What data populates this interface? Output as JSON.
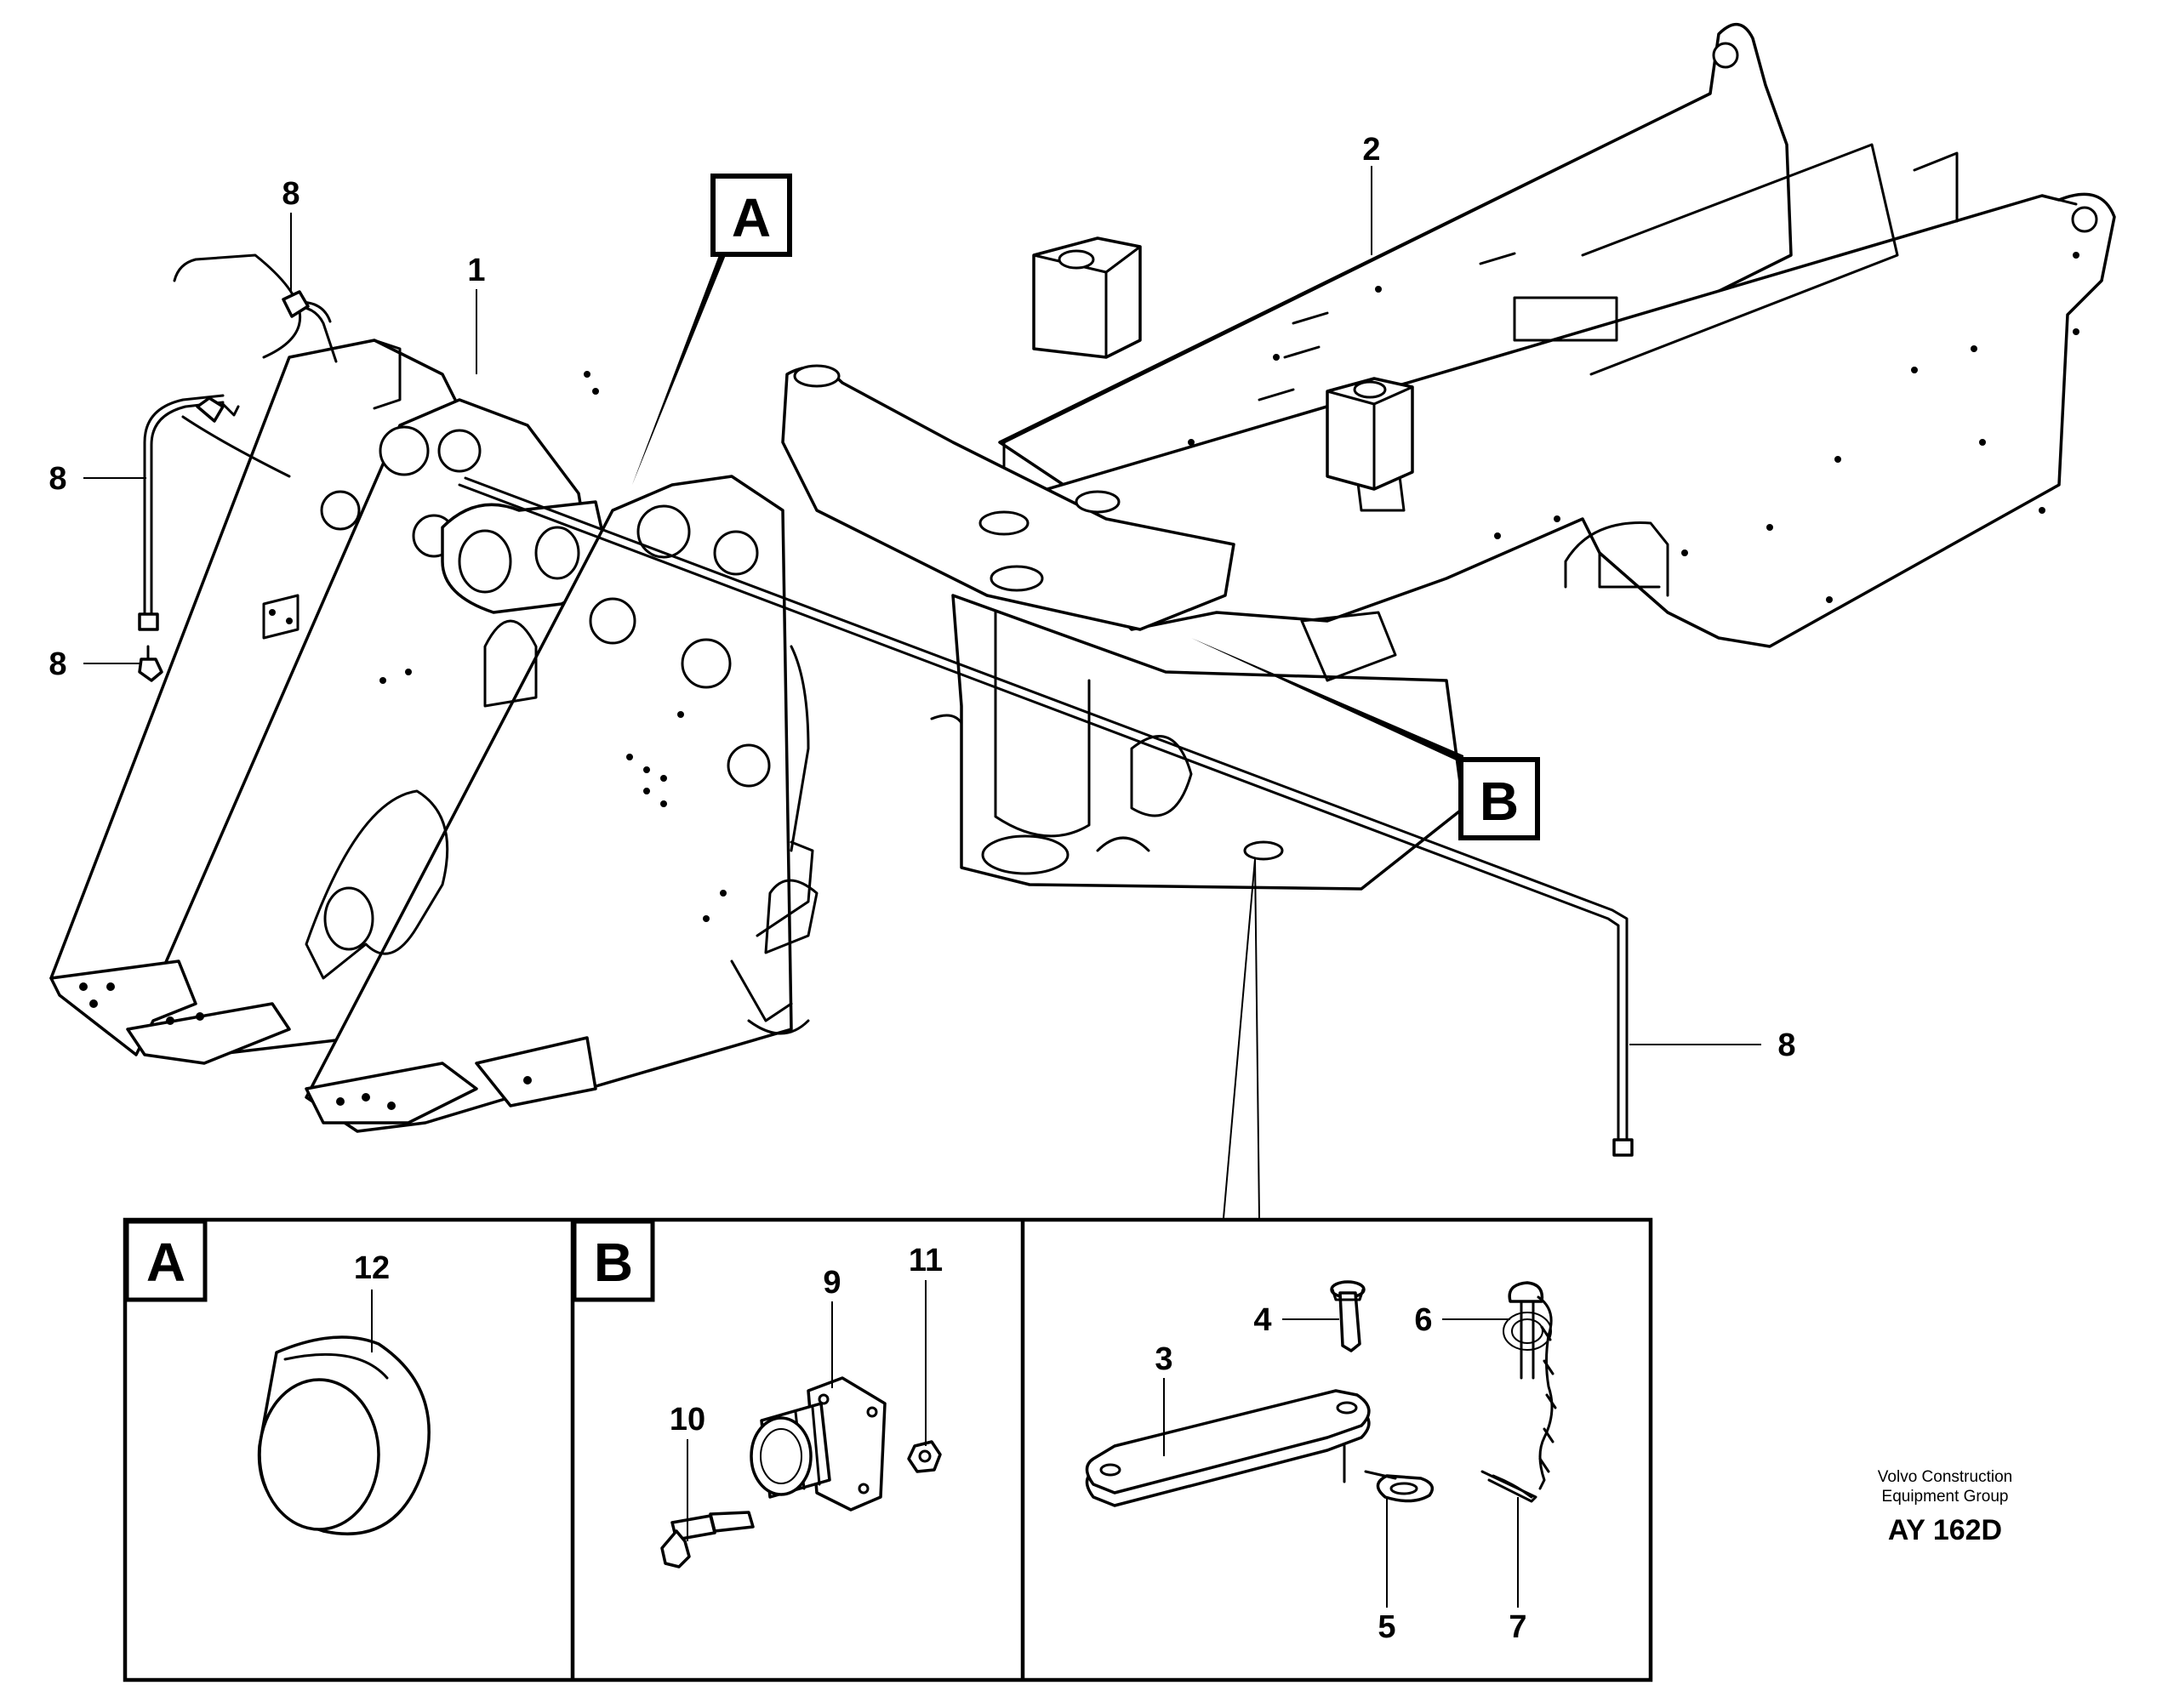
{
  "callouts": {
    "part_1": "1",
    "part_2": "2",
    "part_3": "3",
    "part_4": "4",
    "part_5": "5",
    "part_6": "6",
    "part_7": "7",
    "part_8": "8",
    "part_9": "9",
    "part_10": "10",
    "part_11": "11",
    "part_12": "12"
  },
  "detail_labels": {
    "a": "A",
    "b": "B"
  },
  "credit": {
    "line1": "Volvo Construction",
    "line2": "Equipment Group",
    "code": "AY 162D"
  }
}
